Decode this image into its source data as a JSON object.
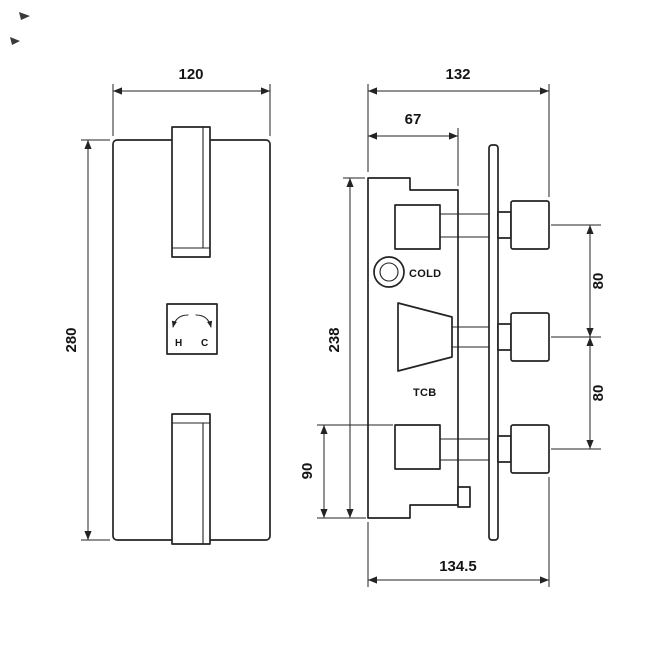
{
  "front_view": {
    "width_dim": "120",
    "height_dim": "280",
    "hot_label": "H",
    "cold_label": "C"
  },
  "side_view": {
    "overall_depth_top_dim": "132",
    "body_depth_dim": "67",
    "body_height_dim": "238",
    "bottom_section_dim": "90",
    "port_spacing_upper_dim": "80",
    "port_spacing_lower_dim": "80",
    "overall_depth_bottom_dim": "134.5",
    "cold_port_label": "COLD",
    "model_label": "TCB"
  },
  "colors": {
    "line": "#232323",
    "background": "#ffffff"
  }
}
